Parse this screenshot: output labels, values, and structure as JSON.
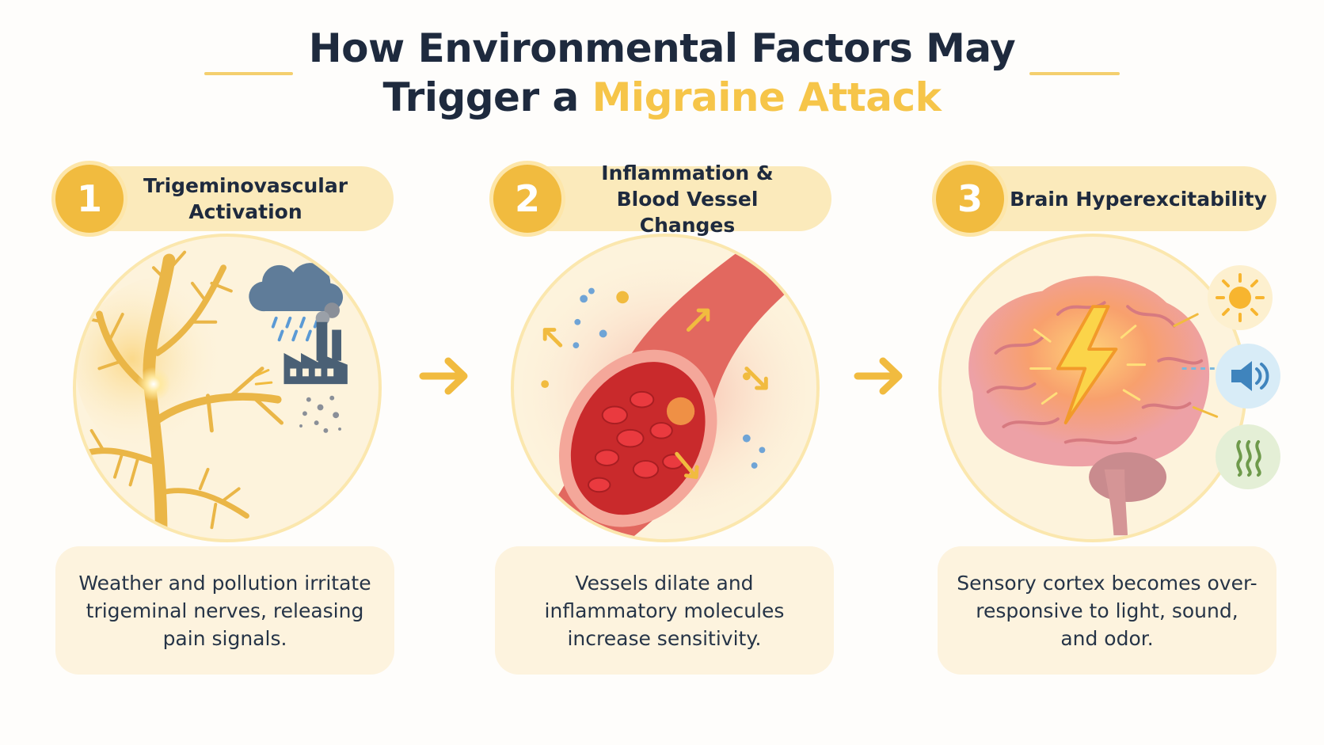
{
  "title": {
    "line1": "How Environmental Factors May",
    "line2_prefix": "Trigger a ",
    "line2_highlight": "Migraine Attack"
  },
  "colors": {
    "navy": "#1e2a3e",
    "accent_yellow": "#f6c549",
    "number_circle": "#f1bb3f",
    "pill_background": "#fbeabb",
    "card_background": "#fdf3de"
  },
  "steps": [
    {
      "number": "1",
      "title": "Trigeminovascular Activation",
      "illustration": "nerve-with-rain-cloud-factory-pollution",
      "description": "Weather and pollution irritate trigeminal nerves, releasing pain signals."
    },
    {
      "number": "2",
      "title": "Inflammation & Blood Vessel Changes",
      "illustration": "dilated-blood-vessel-with-inflammatory-molecules",
      "description": "Vessels dilate and inflammatory molecules increase sensitivity."
    },
    {
      "number": "3",
      "title": "Brain Hyperexcitability",
      "illustration": "brain-with-lightning-bolt",
      "description": "Sensory cortex becomes over-responsive to light, sound, and odor.",
      "sensory_icons": [
        "sun-icon",
        "speaker-icon",
        "odor-waves-icon"
      ]
    }
  ]
}
